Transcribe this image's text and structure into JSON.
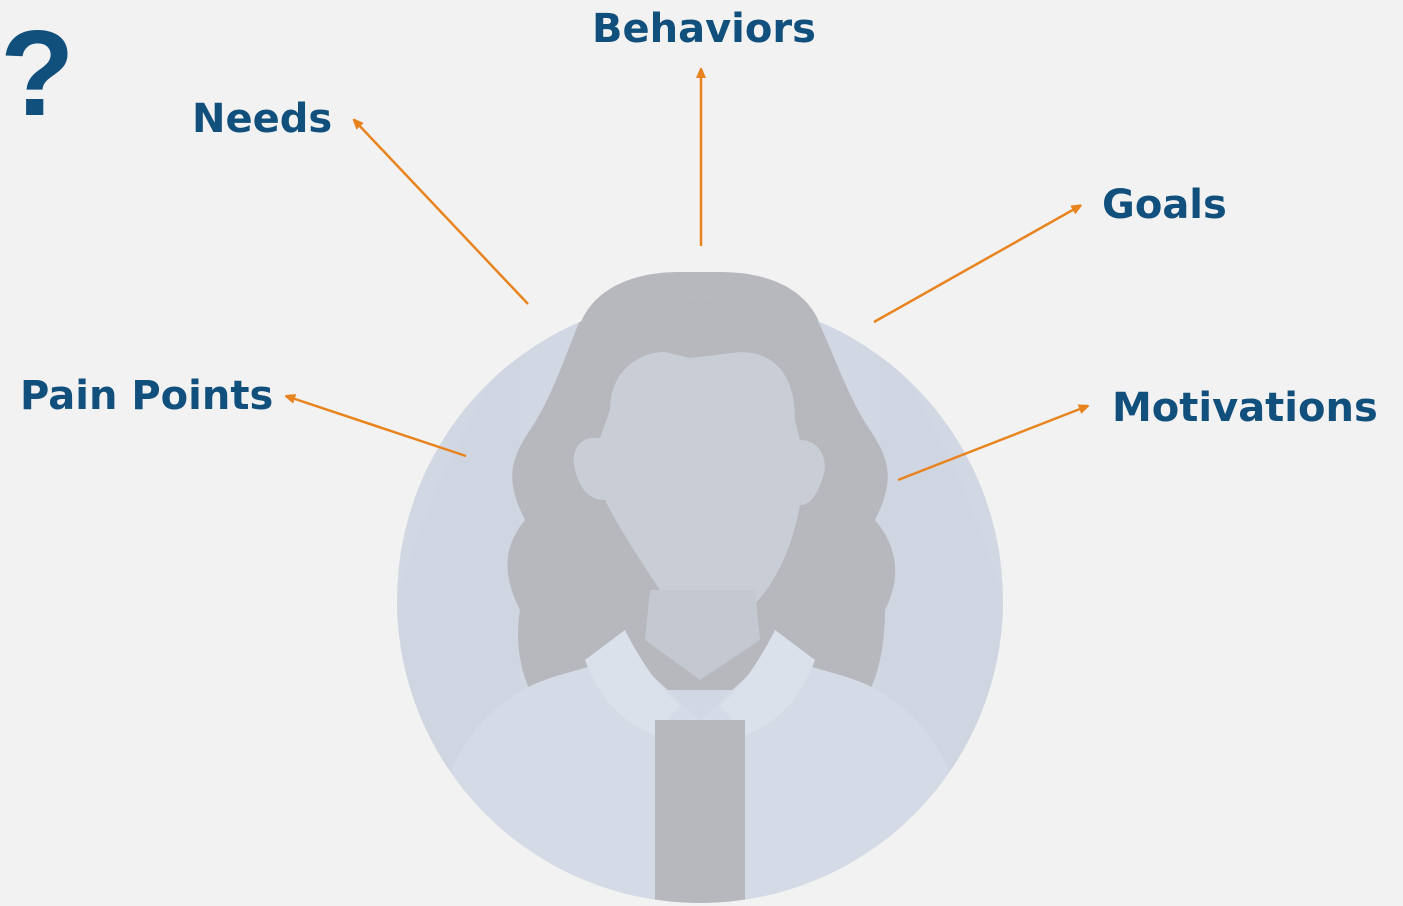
{
  "diagram": {
    "question_mark": "?",
    "labels": {
      "behaviors": "Behaviors",
      "needs": "Needs",
      "goals": "Goals",
      "pain_points": "Pain Points",
      "motivations": "Motivations"
    },
    "colors": {
      "label_text": "#114f7c",
      "arrow": "#e8841f",
      "background": "#f2f2f2",
      "avatar_circle": "#d2d8e3",
      "avatar_hair": "#b6b8bd",
      "avatar_face": "#c9cdd6"
    },
    "central_figure": "person-silhouette-icon"
  }
}
